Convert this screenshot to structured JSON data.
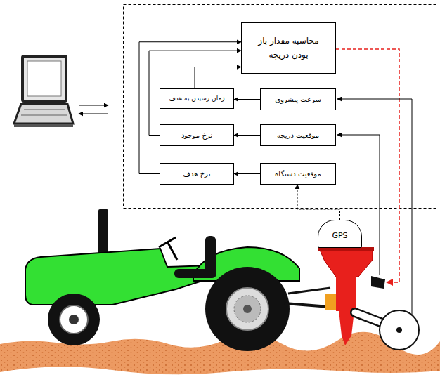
{
  "diagram": {
    "nodes": [
      {
        "text": [
          "محاسبه مقدار باز بودن دریچه"
        ]
      },
      {
        "text": [
          "سرعت پیشروی"
        ]
      },
      {
        "text": [
          "زمان رسیدن به هدف"
        ]
      },
      {
        "text": [
          "موقعیت دریچه"
        ]
      },
      {
        "text": [
          "نرخ موجود"
        ]
      },
      {
        "text": [
          "موقعیت دستگاه"
        ]
      },
      {
        "text": [
          "نرخ هدف"
        ]
      },
      {
        "text": [
          "GPS"
        ]
      }
    ],
    "edges": [
      {
        "from": 1,
        "to": 2,
        "arrow": "to"
      },
      {
        "from": 2,
        "to": 0,
        "arrow": "to"
      },
      {
        "from": 4,
        "to": 0,
        "arrow": "to"
      },
      {
        "from": 6,
        "to": 0,
        "arrow": "to"
      },
      {
        "from": 3,
        "to": 4,
        "arrow": "to"
      },
      {
        "from": 5,
        "to": 6,
        "arrow": "to"
      },
      {
        "from": 7,
        "to": 5,
        "arrow": "to"
      }
    ]
  }
}
